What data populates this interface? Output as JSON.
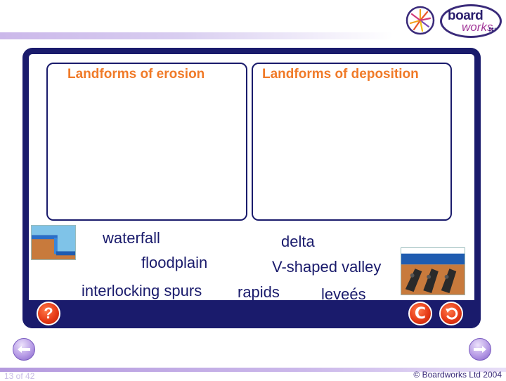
{
  "logo": {
    "brand_top": "board",
    "brand_bottom": "works",
    "wheel_icon": "boardworks-wheel-icon"
  },
  "categories": {
    "erosion_title": "Landforms of erosion",
    "deposition_title": "Landforms of deposition"
  },
  "words": {
    "waterfall": "waterfall",
    "floodplain": "floodplain",
    "interlocking_spurs": "interlocking spurs",
    "delta": "delta",
    "v_shaped_valley": "V-shaped valley",
    "rapids": "rapids",
    "levees": "leveés"
  },
  "controls": {
    "help_label": "?",
    "reset_label": "C",
    "undo_icon": "undo-arrow-icon",
    "prev_icon": "previous-slide-icon",
    "next_icon": "next-slide-icon"
  },
  "colors": {
    "panel": "#1a1b6c",
    "title": "#f07a28",
    "word": "#1a1b6c",
    "button": "#e63a16",
    "nav": "#b79ce6"
  },
  "footer": {
    "slide_number": "13 of 42",
    "copyright": "© Boardworks Ltd 2004"
  }
}
